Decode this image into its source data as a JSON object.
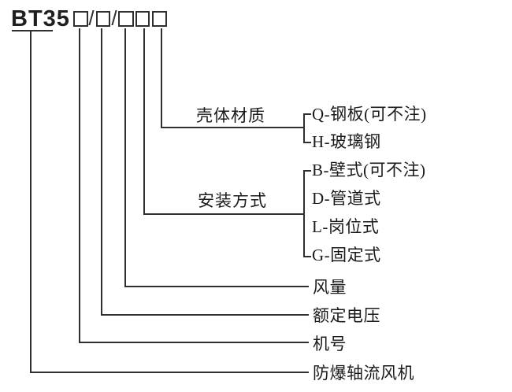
{
  "diagram": {
    "model_prefix": "BT35 -",
    "separator": "/"
  },
  "branches": {
    "shell_material": {
      "label": "壳体材质",
      "options": [
        "Q-钢板(可不注)",
        "H-玻璃钢"
      ]
    },
    "mounting": {
      "label": "安装方式",
      "options": [
        "B-壁式(可不注)",
        "D-管道式",
        "L-岗位式",
        "G-固定式"
      ]
    },
    "air_volume": {
      "label": "风量"
    },
    "rated_voltage": {
      "label": "额定电压"
    },
    "machine_no": {
      "label": "机号"
    },
    "product": {
      "label": "防爆轴流风机"
    }
  },
  "colors": {
    "line": "#2f2f2f",
    "text": "#1a1a1a",
    "background": "#ffffff"
  }
}
